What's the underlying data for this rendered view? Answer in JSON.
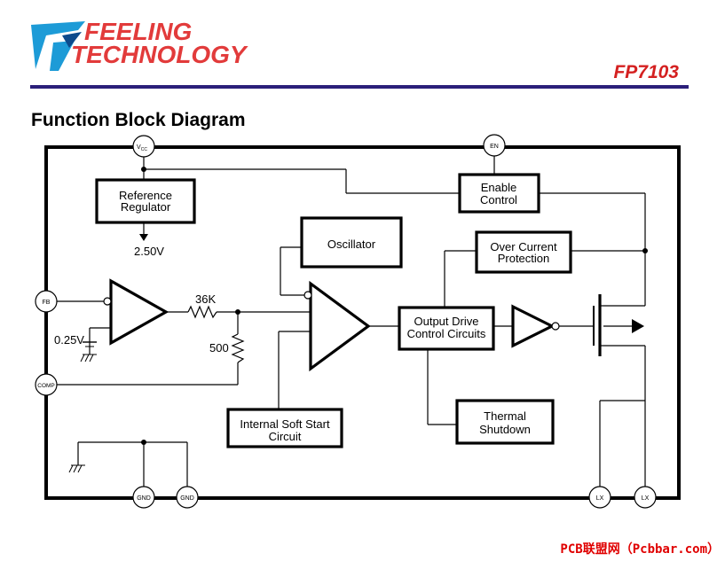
{
  "header": {
    "brand_line1": "FEELING",
    "brand_line2": "TECHNOLOGY",
    "part_number": "FP7103",
    "rule_color": "#2b1f7a",
    "brand_color": "#e23b3b",
    "part_color": "#d42020"
  },
  "title": "Function Block Diagram",
  "blocks": {
    "reference_regulator": [
      "Reference",
      "Regulator"
    ],
    "enable_control": [
      "Enable",
      "Control"
    ],
    "oscillator": [
      "Oscillator"
    ],
    "over_current": [
      "Over Current",
      "Protection"
    ],
    "output_drive": [
      "Output Drive",
      "Control Circuits"
    ],
    "soft_start": [
      "Internal Soft Start",
      "Circuit"
    ],
    "thermal": [
      "Thermal",
      "Shutdown"
    ]
  },
  "pins": {
    "vcc_main": "V",
    "vcc_sub": "CC",
    "en": "EN",
    "fb": "FB",
    "comp": "COMP",
    "gnd1": "GND",
    "gnd2": "GND",
    "lx1": "LX",
    "lx2": "LX"
  },
  "labels": {
    "vref": "2.50V",
    "r1": "36K",
    "r2": "500",
    "v025": "0.25V"
  },
  "watermark": "PCB联盟网（Pcbbar.com）"
}
